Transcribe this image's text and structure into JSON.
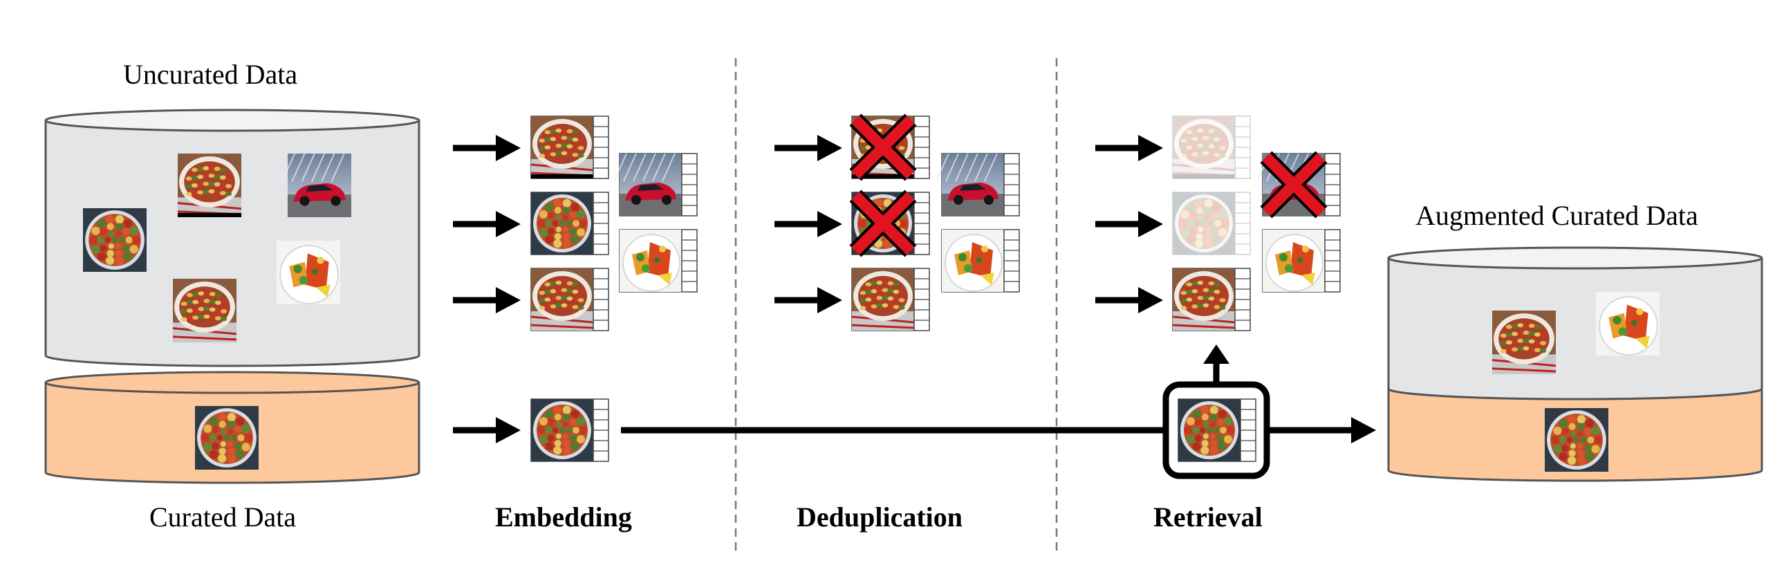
{
  "labels": {
    "uncurated": "Uncurated Data",
    "curated": "Curated Data",
    "augmented": "Augmented Curated Data",
    "embedding": "Embedding",
    "deduplication": "Deduplication",
    "retrieval": "Retrieval"
  },
  "colors": {
    "uncurated_fill": "#e4e5e7",
    "curated_fill": "#fcc89c",
    "cylinder_top": "#f3f3f3",
    "stroke": "#555555",
    "arrow": "#000000",
    "cross": "#e0141e",
    "divider": "#777777"
  },
  "icons": {
    "ratatouille": "ratatouille-image",
    "ratatouille_pan": "ratatouille-pan-image",
    "car": "red-sports-car-image",
    "plate": "food-plate-image",
    "embedding": "embedding-vector-icon",
    "removed": "red-x-icon"
  }
}
